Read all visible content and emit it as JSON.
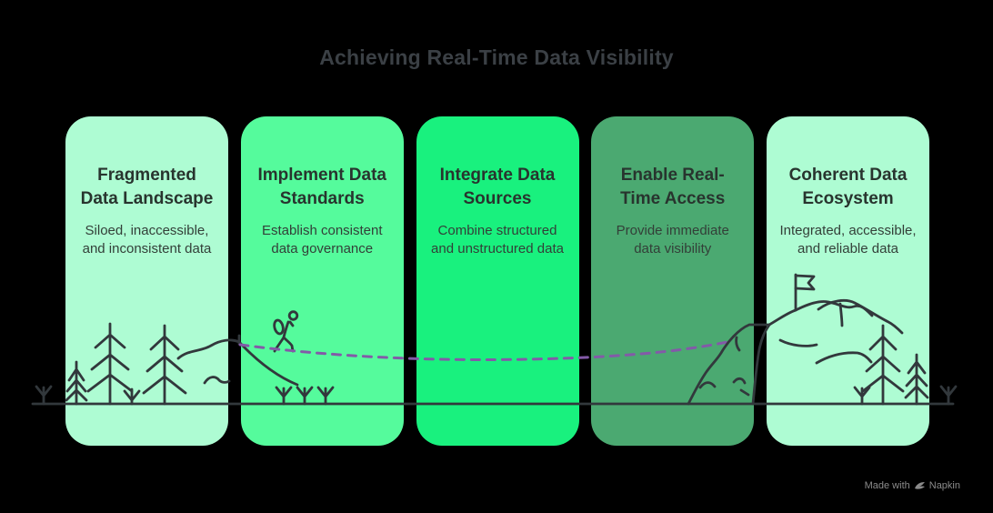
{
  "title": "Achieving Real-Time Data Visibility",
  "cards": [
    {
      "heading": "Fragmented\nData Landscape",
      "description": "Siloed, inaccessible,\nand inconsistent data",
      "bg": "#aefcd3"
    },
    {
      "heading": "Implement Data\nStandards",
      "description": "Establish consistent\ndata governance",
      "bg": "#55fb9c"
    },
    {
      "heading": "Integrate Data\nSources",
      "description": "Combine structured\nand unstructured data",
      "bg": "#19f17e"
    },
    {
      "heading": "Enable Real-\nTime Access",
      "description": "Provide immediate\ndata visibility",
      "bg": "#4ba971"
    },
    {
      "heading": "Coherent Data\nEcosystem",
      "description": "Integrated, accessible,\nand reliable data",
      "bg": "#aefcd3"
    }
  ],
  "credit": {
    "made_with": "Made with",
    "brand": "Napkin"
  },
  "colors": {
    "background": "#000000",
    "title_text": "#3b4045",
    "card_heading": "#28342e",
    "card_body": "#333f38",
    "illustration_stroke": "#32383c",
    "journey_dash": "#835aa8",
    "credit_text": "#8b8b8b"
  },
  "icons": [
    "pine-tree-icon",
    "sprout-icon",
    "hiker-icon",
    "mountain-icon",
    "flag-icon",
    "journey-dashed-path",
    "ground-line",
    "napkin-quill-icon"
  ]
}
